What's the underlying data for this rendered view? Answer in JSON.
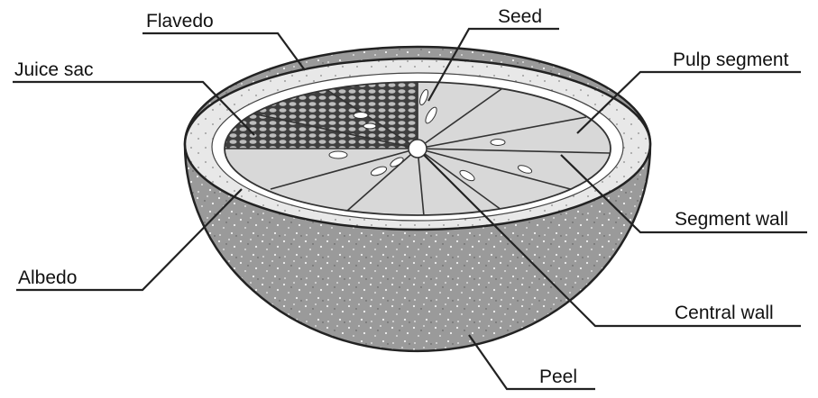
{
  "labels": {
    "flavedo": "Flavedo",
    "seed": "Seed",
    "juice_sac": "Juice sac",
    "pulp_segment": "Pulp segment",
    "segment_wall": "Segment wall",
    "albedo": "Albedo",
    "central_wall": "Central wall",
    "peel": "Peel"
  }
}
